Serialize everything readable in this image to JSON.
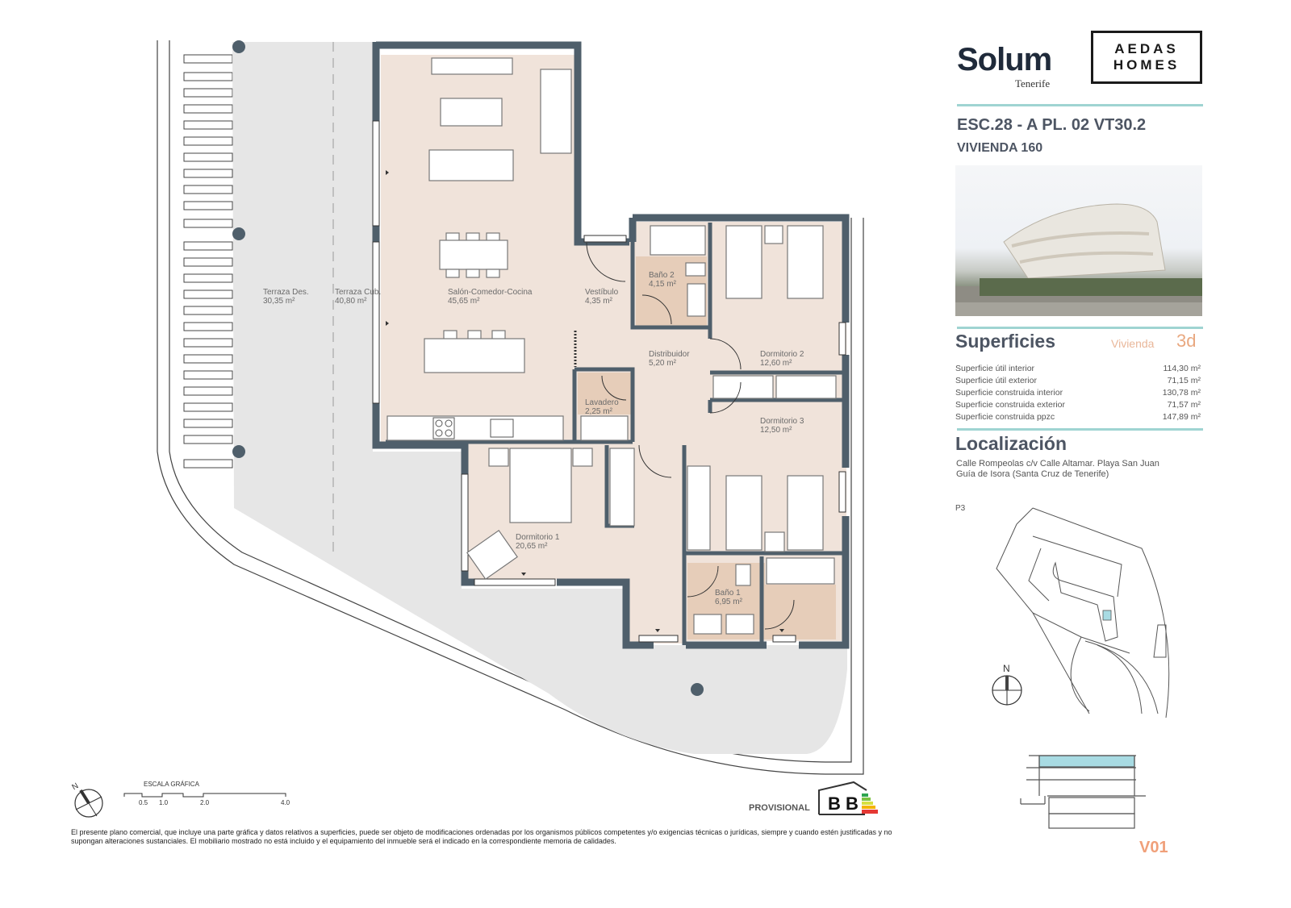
{
  "brand": {
    "project_name": "Solum",
    "project_location": "Tenerife",
    "developer_line1": "AEDAS",
    "developer_line2": "HOMES",
    "accent_color": "#9fd4d2",
    "wall_color": "#4f5f6b",
    "interior_fill": "#f0e3da",
    "wet_room_fill": "#e6cdb9",
    "terrace_fill": "#e6e6e6"
  },
  "header": {
    "unit_code": "ESC.28 - A  PL. 02 VT30.2",
    "unit_name": "VIVIENDA 160"
  },
  "photo": {
    "alt": "Building render"
  },
  "superficies": {
    "title": "Superficies",
    "type_label": "Vivienda",
    "type_value": "3d",
    "rows": [
      {
        "label": "Superficie útil interior",
        "value": "114,30 m²"
      },
      {
        "label": "Superficie útil exterior",
        "value": "71,15 m²"
      },
      {
        "label": "Superficie construida interior",
        "value": "130,78 m²"
      },
      {
        "label": "Superficie construida exterior",
        "value": "71,57 m²"
      },
      {
        "label": "Superficie construida ppzc",
        "value": "147,89 m²"
      }
    ]
  },
  "localizacion": {
    "title": "Localización",
    "address_line1": "Calle Rompeolas c/v Calle Altamar. Playa San Juan",
    "address_line2": "Guía de Isora (Santa Cruz de Tenerife)"
  },
  "site_plan": {
    "level_label": "P3",
    "north_label": "N",
    "highlight_color": "#a8dbe3"
  },
  "rooms": [
    {
      "name": "Terraza Des.",
      "area": "30,35 m²"
    },
    {
      "name": "Terraza Cub.",
      "area": "40,80 m²"
    },
    {
      "name": "Salón-Comedor-Cocina",
      "area": "45,65 m²"
    },
    {
      "name": "Vestíbulo",
      "area": "4,35 m²"
    },
    {
      "name": "Baño 2",
      "area": "4,15 m²"
    },
    {
      "name": "Distribuidor",
      "area": "5,20 m²"
    },
    {
      "name": "Dormitorio 2",
      "area": "12,60 m²"
    },
    {
      "name": "Lavadero",
      "area": "2,25 m²"
    },
    {
      "name": "Dormitorio 3",
      "area": "12,50 m²"
    },
    {
      "name": "Dormitorio 1",
      "area": "20,65 m²"
    },
    {
      "name": "Baño 1",
      "area": "6,95 m²"
    }
  ],
  "scale": {
    "title": "ESCALA GRÁFICA",
    "ticks": [
      "0.5",
      "1.0",
      "2.0",
      "4.0"
    ],
    "north_label": "N"
  },
  "energy": {
    "status": "PROVISIONAL",
    "rating_consumption": "B",
    "rating_emissions": "B"
  },
  "disclaimer": "El presente plano comercial, que incluye una parte gráfica y datos relativos a superficies, puede ser objeto de modificaciones ordenadas por los organismos públicos competentes y/o exigencias técnicas o jurídicas, siempre y cuando estén justificadas y no supongan alteraciones sustanciales. El mobiliario mostrado no está incluido y el equipamiento del inmueble será el indicado en la correspondiente memoria de calidades.",
  "version": "V01"
}
